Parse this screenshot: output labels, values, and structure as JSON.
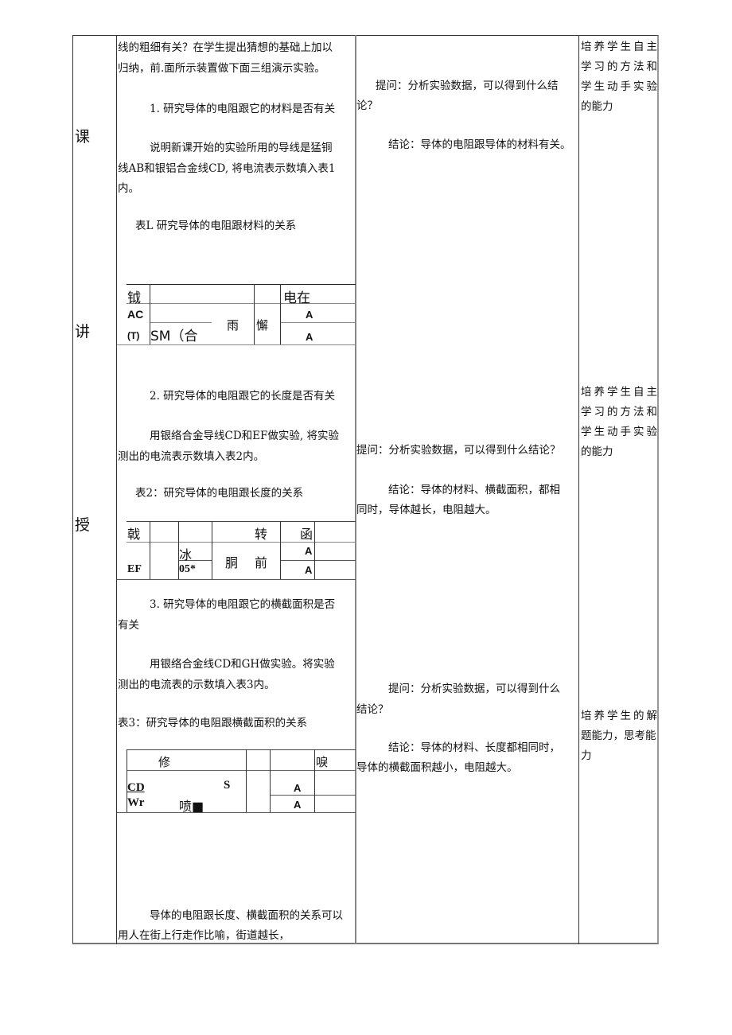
{
  "section_label": [
    "课",
    "讲",
    "授"
  ],
  "col2": {
    "intro": [
      "线的粗细有关？在学生提出猜想的基础上加以",
      "归纳，前.面所示装置做下面三组演示实验。"
    ],
    "exp1_title": "1. 研究导体的电阻跟它的材料是否有关",
    "exp1_desc": [
      "说明新课开始的实验所用的导线是猛铜",
      "线AB和银铝合金线CD, 将电流表示数填入表1",
      "内。"
    ],
    "table1_caption": "表L 研究导体的电阻跟材料的关系",
    "table1": {
      "h1": "钺",
      "h2": "电在",
      "r1c1": "AC",
      "r2c1": "(T)",
      "r2c2": "SM（合",
      "mid1": "雨",
      "mid2": "懈",
      "a1": "A",
      "a2": "A"
    },
    "exp2_title": "2. 研究导体的电阻跟它的长度是否有关",
    "exp2_desc": [
      "用银络合金导线CD和EF做实验, 将实验",
      "测出的电流表示数填入表2内。"
    ],
    "table2_caption": "表2：研究导体的电阻跟长度的关系",
    "table2": {
      "h1": "戟",
      "h2": "转",
      "h3": "函",
      "c_ice": "冰",
      "c_05": "05*",
      "ef": "EF",
      "mid1": "胴",
      "mid2": "前",
      "a1": "A",
      "a2": "A"
    },
    "exp3_title": [
      "3. 研究导体的电阻跟它的横截面积是否",
      "有关"
    ],
    "exp3_desc": [
      "用银络合金线CD和GH做实验。将实验",
      "测出的电流表的示数填入表3内。"
    ],
    "table3_caption": "表3：研究导体的电阻跟横截面积的关系",
    "table3": {
      "h1": "修",
      "h2": "唳",
      "cd": "CD",
      "wr": "Wr",
      "s": "S",
      "pen": "喷■",
      "a1": "A",
      "a2": "A"
    },
    "closing": [
      "导体的电阻跟长度、横截面积的关系可以",
      "用人在街上行走作比喻，街道越长，"
    ]
  },
  "col3": {
    "q1": [
      "提问：分析实验数据，可以得到什么结",
      "论？"
    ],
    "c1": "结论：导体的电阻跟导体的材料有关。",
    "q2": "提问：分析实验数据，可以得到什么结论？",
    "c2": [
      "结论：导体的材料、横截面积，都相",
      "同时，导体越长，电阻越大。"
    ],
    "q3": [
      "提问：分析实验数据，可以得到什么",
      "结论？"
    ],
    "c3": [
      "结论：导体的材料、长度都相同时，",
      "导体的横截面积越小，电阻越大。"
    ]
  },
  "col4": {
    "g1": [
      "培养学生自主",
      "学习的方法和",
      "学生动手实验",
      "的能力"
    ],
    "g2": [
      "培养学生自主",
      "学习的方法和",
      "学生动手实验",
      "的能力"
    ],
    "g3": [
      "培养学生的解",
      "题能力，思考能",
      "力"
    ]
  }
}
